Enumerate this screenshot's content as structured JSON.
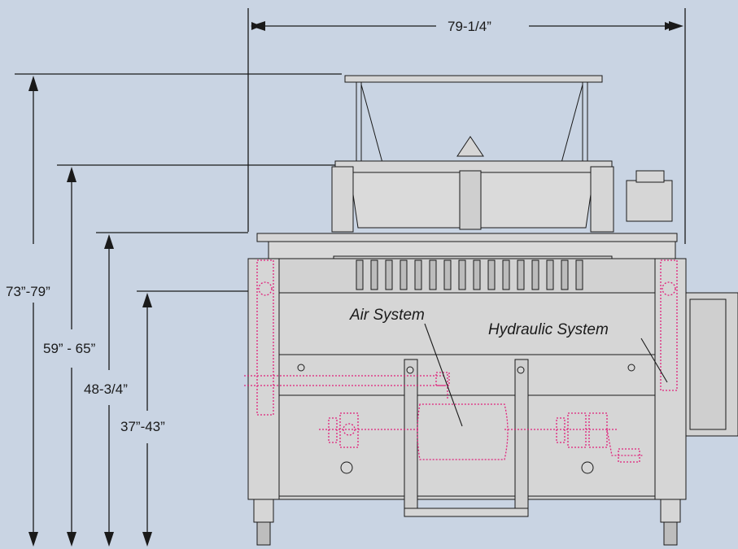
{
  "dimensions": {
    "width": "79-1/4”",
    "height_total": "73”-79”",
    "height_upper": "59” - 65”",
    "height_mid": "48-3/4”",
    "height_table": "37”-43”"
  },
  "callouts": {
    "air": "Air System",
    "hydraulic": "Hydraulic System"
  },
  "colors": {
    "background": "#c9d4e3",
    "line": "#1a1a1a",
    "machine_fill": "#d6d6d6",
    "system_lines": "#e0207a"
  }
}
